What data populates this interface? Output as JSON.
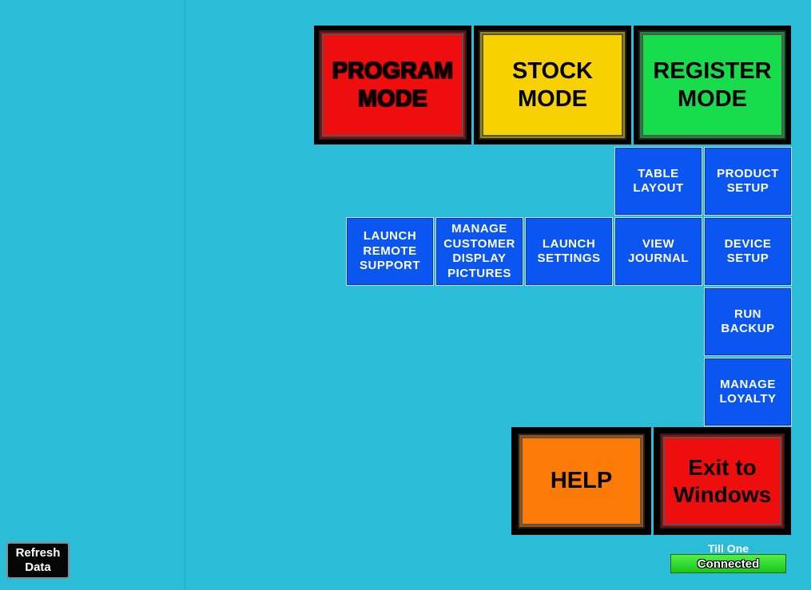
{
  "mode_buttons": {
    "program": [
      "PROGRAM",
      "MODE"
    ],
    "stock": [
      "STOCK",
      "MODE"
    ],
    "register": [
      "REGISTER",
      "MODE"
    ]
  },
  "tiles": {
    "table_layout": "TABLE\nLAYOUT",
    "product_setup": "PRODUCT\nSETUP",
    "launch_remote_support": "LAUNCH\nREMOTE\nSUPPORT",
    "manage_customer_display_pictures": "MANAGE\nCUSTOMER\nDISPLAY\nPICTURES",
    "launch_settings": "LAUNCH\nSETTINGS",
    "view_journal": "VIEW\nJOURNAL",
    "device_setup": "DEVICE\nSETUP",
    "run_backup": "RUN\nBACKUP",
    "manage_loyalty": "MANAGE\nLOYALTY"
  },
  "help_button": "HELP",
  "exit_button": [
    "Exit to",
    "Windows"
  ],
  "refresh_button": "Refresh\nData",
  "till": {
    "name": "Till One",
    "status": "Connected"
  },
  "colors": {
    "background": "#2bbcd7",
    "tile_blue": "#0b55f0",
    "program": "#ee0e0e",
    "stock": "#f7d200",
    "register": "#17dd4c",
    "help": "#fb7b06",
    "exit": "#ee0e0e",
    "status_green": "#2cd42c"
  }
}
